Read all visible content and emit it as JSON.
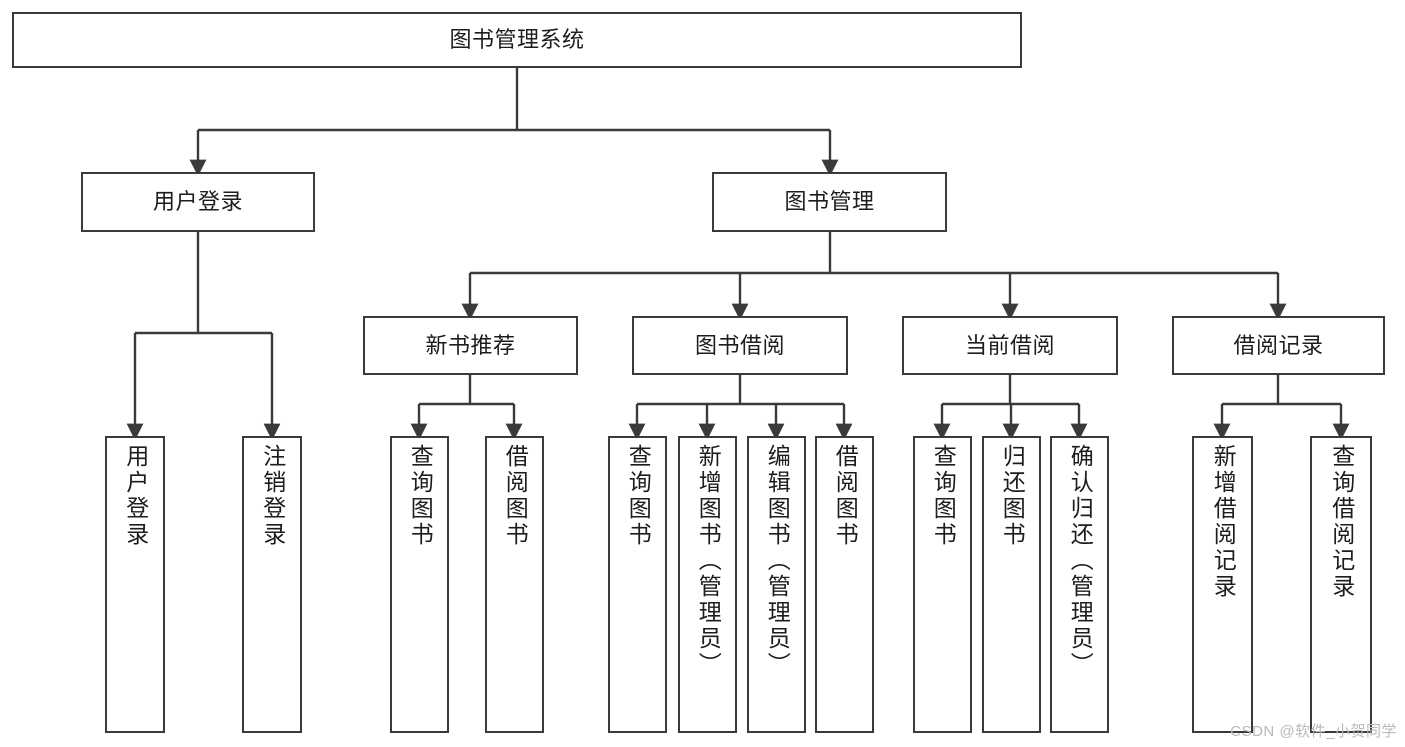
{
  "diagram": {
    "type": "tree",
    "title": "图书管理系统",
    "orientation": "top-down",
    "line_color": "#3a3a3a",
    "box_fill": "#ffffff",
    "text_color": "#1d1d1d"
  },
  "nodes": {
    "root": {
      "label": "图书管理系统",
      "level": 1
    },
    "l2": [
      {
        "label": "用户登录",
        "level": 2
      },
      {
        "label": "图书管理",
        "level": 2
      }
    ],
    "l3": [
      {
        "label": "新书推荐",
        "level": 3
      },
      {
        "label": "图书借阅",
        "level": 3
      },
      {
        "label": "当前借阅",
        "level": 3
      },
      {
        "label": "借阅记录",
        "level": 3
      }
    ],
    "leaves": [
      {
        "label": "用户登录",
        "parent": "用户登录",
        "level": 4
      },
      {
        "label": "注销登录",
        "parent": "用户登录",
        "level": 4
      },
      {
        "label": "查询图书",
        "parent": "新书推荐",
        "level": 4
      },
      {
        "label": "借阅图书",
        "parent": "新书推荐",
        "level": 4
      },
      {
        "label": "查询图书",
        "parent": "图书借阅",
        "level": 4
      },
      {
        "label": "新增图书（管理员）",
        "parent": "图书借阅",
        "level": 4
      },
      {
        "label": "编辑图书（管理员）",
        "parent": "图书借阅",
        "level": 4
      },
      {
        "label": "借阅图书",
        "parent": "图书借阅",
        "level": 4
      },
      {
        "label": "查询图书",
        "parent": "当前借阅",
        "level": 4
      },
      {
        "label": "归还图书",
        "parent": "当前借阅",
        "level": 4
      },
      {
        "label": "确认归还（管理员）",
        "parent": "当前借阅",
        "level": 4
      },
      {
        "label": "新增借阅记录",
        "parent": "借阅记录",
        "level": 4
      },
      {
        "label": "查询借阅记录",
        "parent": "借阅记录",
        "level": 4
      }
    ]
  },
  "watermark": {
    "text": "CSDN @软件_小贺同学"
  }
}
